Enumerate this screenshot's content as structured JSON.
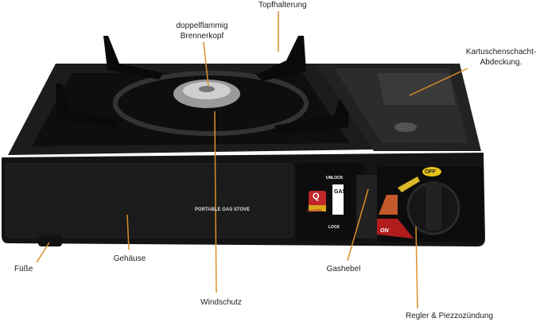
{
  "labels": {
    "pot_holder": "Topfhalterung",
    "burner_line1": "doppelflammig",
    "burner_line2": "Brennerkopf",
    "cartridge_line1": "Kartuschenschacht-",
    "cartridge_line2": "Abdeckung.",
    "feet": "Füße",
    "housing": "Gehäuse",
    "windshield": "Windschutz",
    "gas_lever": "Gashebel",
    "regulator": "Regler & Piezzozündung"
  },
  "stove_markings": {
    "front_text": "PORTABLE GAS STOVE",
    "unlock": "UNLOCK",
    "lock": "LOCK",
    "gas": "GAS",
    "qualified": "QUALIFIED",
    "q": "Q",
    "off": "OFF",
    "on": "ON"
  },
  "colors": {
    "leader_line": "#d9902a",
    "body": "#141414",
    "off_badge": "#e8c21a",
    "on_zone": "#b01c1c"
  }
}
